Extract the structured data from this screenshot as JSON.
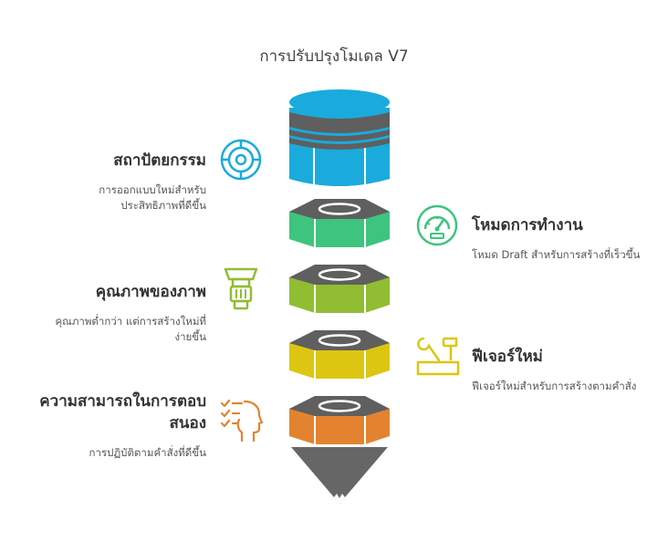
{
  "title": "การปรับปรุงโมเดล V7",
  "items": [
    {
      "label": "สถาปัตยกรรม",
      "description": "การออกแบบใหม่สำหรับประสิทธิภาพที่ดีขึ้น",
      "icon": "target-icon",
      "color": "#1aabdc"
    },
    {
      "label": "โหมดการทำงาน",
      "description": "โหมด Draft สำหรับการสร้างที่เร็วขึ้น",
      "icon": "speedometer-icon",
      "color": "#3ec47f"
    },
    {
      "label": "คุณภาพของภาพ",
      "description": "คุณภาพต่ำกว่า แต่การสร้างใหม่ที่ง่ายขึ้น",
      "icon": "lens-icon",
      "color": "#90bd32"
    },
    {
      "label": "ฟีเจอร์ใหม่",
      "description": "ฟีเจอร์ใหม่สำหรับการสร้างตามคำสั่ง",
      "icon": "tools-icon",
      "color": "#ddc611"
    },
    {
      "label": "ความสามารถในการตอบสนอง",
      "description": "การปฏิบัติตามคำสั่งที่ดีขึ้น",
      "icon": "checklist-head-icon",
      "color": "#e38330"
    }
  ]
}
